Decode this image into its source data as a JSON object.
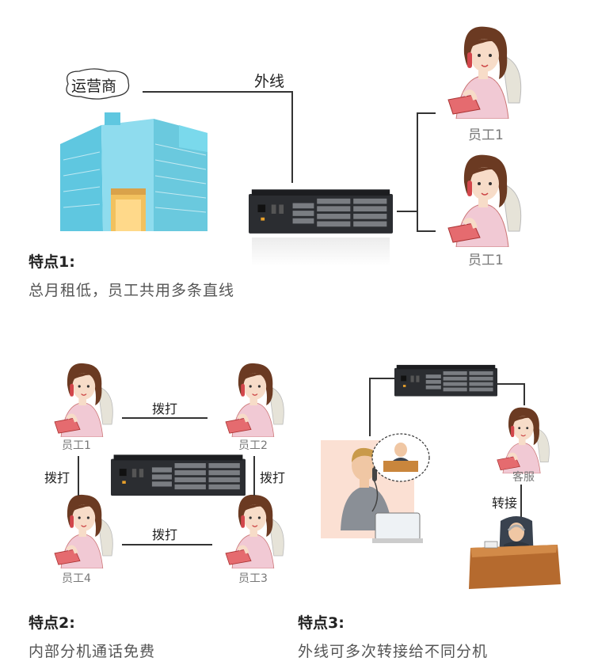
{
  "section1": {
    "carrier": "运营商",
    "outside_line": "外线",
    "employee_a": "员工1",
    "employee_b": "员工1",
    "feature_title": "特点1:",
    "feature_desc": "总月租低，员工共用多条直线"
  },
  "section2": {
    "call_top": "拨打",
    "call_left": "拨打",
    "call_right": "拨打",
    "call_bottom": "拨打",
    "emp1": "员工1",
    "emp2": "员工2",
    "emp3": "员工3",
    "emp4": "员工4",
    "feature_title": "特点2:",
    "feature_desc": "内部分机通话免费"
  },
  "section3": {
    "customer_service": "客服",
    "transfer": "转接",
    "feature_title": "特点3:",
    "feature_desc": "外线可多次转接给不同分机"
  },
  "colors": {
    "pbx_body": "#2b2d31",
    "building_glass": "#5fc7e0",
    "skin": "#f7dcc8",
    "hair": "#6b3a22",
    "shirt": "#f1c9d4"
  },
  "icons": [
    "speech-bubble-icon",
    "office-building-icon",
    "pbx-device-icon",
    "receptionist-icon",
    "caller-man-icon",
    "boss-desk-icon"
  ]
}
